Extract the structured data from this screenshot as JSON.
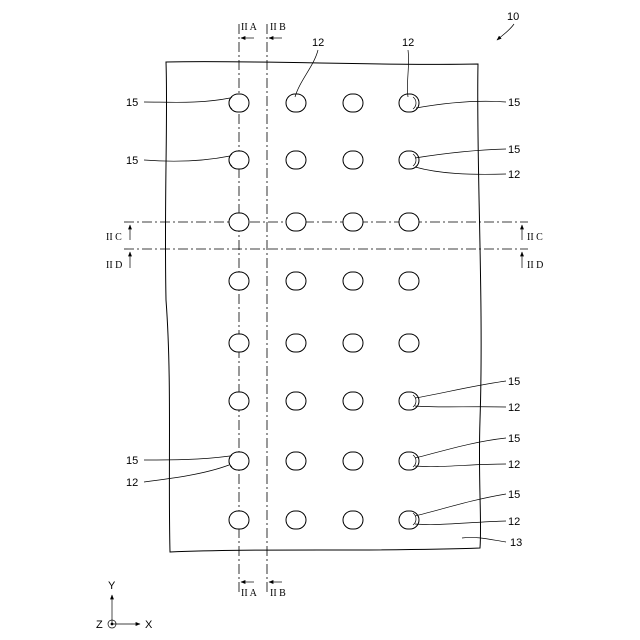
{
  "figure": {
    "ref_device": "10",
    "ref_substrate": "13",
    "ref_via": "12",
    "ref_hole": "15",
    "section_a": "II A",
    "section_b": "II B",
    "section_c": "II C",
    "section_d": "II D",
    "axis_y": "Y",
    "axis_x": "X",
    "axis_z": "Z"
  }
}
